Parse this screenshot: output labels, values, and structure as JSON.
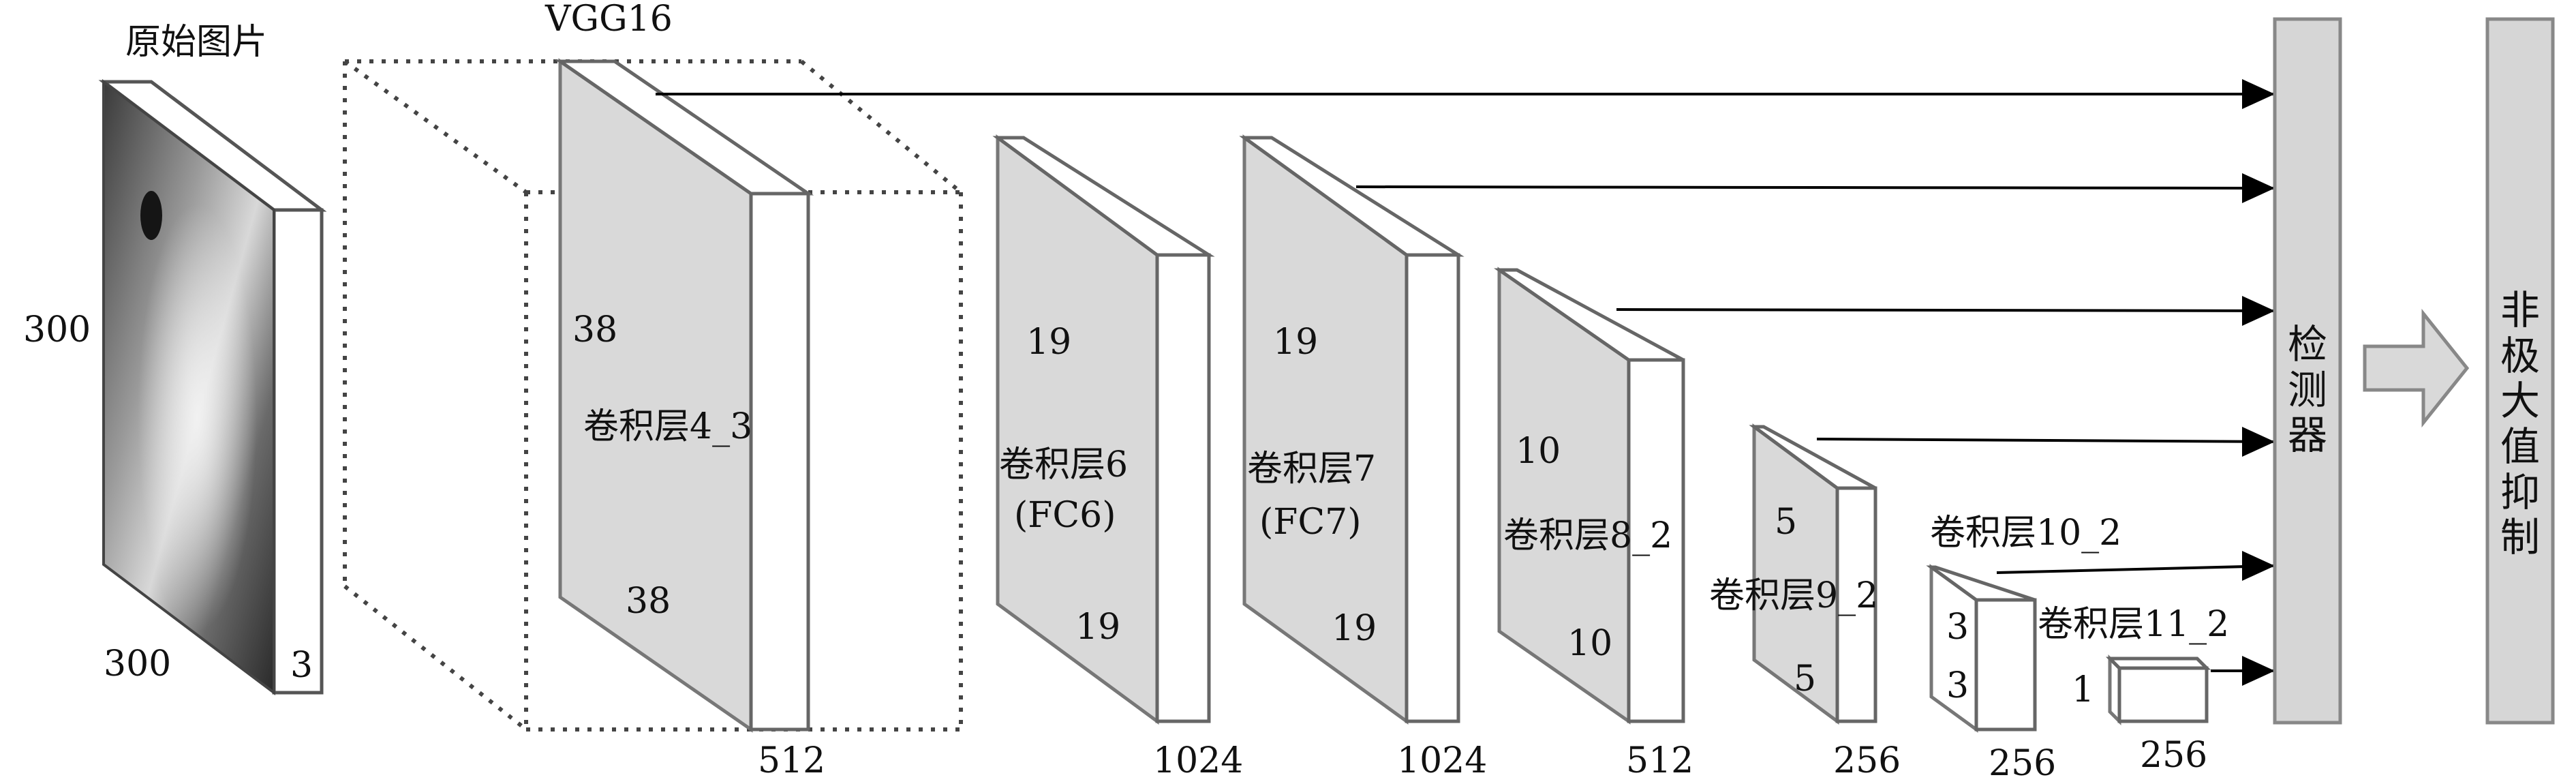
{
  "input": {
    "title": "原始图片",
    "height": "300",
    "width": "300",
    "channels": "3"
  },
  "vgg": {
    "title": "VGG16"
  },
  "layers": [
    {
      "id": "conv4_3",
      "name": "卷积层4_3",
      "dim_top": "38",
      "dim_bottom": "38",
      "channels": "512"
    },
    {
      "id": "conv6",
      "name": "卷积层6",
      "sub": "(FC6)",
      "dim_top": "19",
      "dim_bottom": "19",
      "channels": "1024"
    },
    {
      "id": "conv7",
      "name": "卷积层7",
      "sub": "(FC7)",
      "dim_top": "19",
      "dim_bottom": "19",
      "channels": "1024"
    },
    {
      "id": "conv8_2",
      "name": "卷积层8_2",
      "dim_top": "10",
      "dim_bottom": "10",
      "channels": "512"
    },
    {
      "id": "conv9_2",
      "name": "卷积层9_2",
      "dim_top": "5",
      "dim_bottom": "5",
      "channels": "256"
    },
    {
      "id": "conv10_2",
      "name": "卷积层10_2",
      "dim_top": "3",
      "dim_bottom": "3",
      "channels": "256"
    },
    {
      "id": "conv11_2",
      "name": "卷积层11_2",
      "dim_top": "1",
      "channels": "256"
    }
  ],
  "detector": {
    "label": "检测器"
  },
  "nms": {
    "label": "非极大值抑制"
  },
  "colors": {
    "face": "#d9d9d9",
    "edge": "#666666",
    "arrow": "#000000",
    "block_fill": "#d6d6d6",
    "block_edge": "#888888"
  }
}
